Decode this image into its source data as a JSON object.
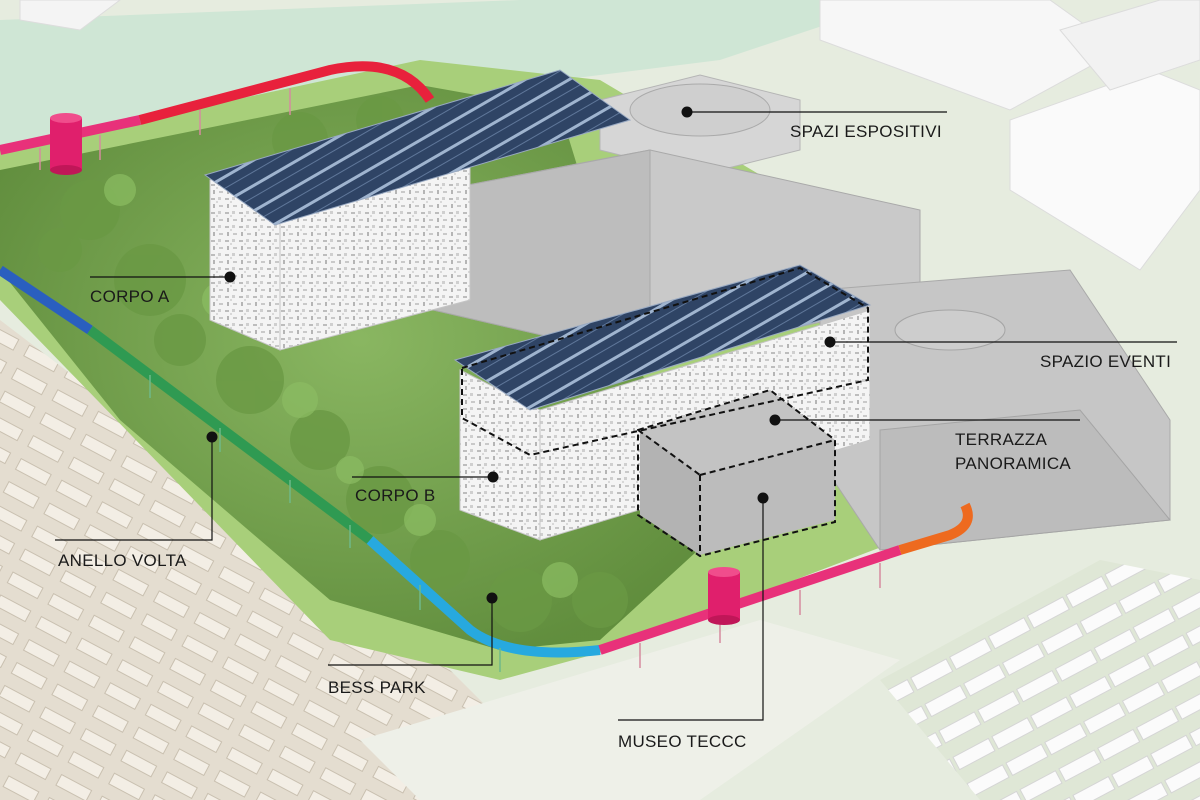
{
  "labels": {
    "spazi_espositivi": "SPAZI ESPOSITIVI",
    "corpo_a": "CORPO A",
    "spazio_eventi": "SPAZIO EVENTI",
    "terrazza_line1": "TERRAZZA",
    "terrazza_line2": "PANORAMICA",
    "corpo_b": "CORPO B",
    "anello_volta": "ANELLO VOLTA",
    "bess_park": "BESS PARK",
    "museo_teccc": "MUSEO TECCC"
  },
  "colors": {
    "ground": "#e6ecdf",
    "lawn": "#a8cf7a",
    "tree_mass": "#6f9c47",
    "building_grey": "#c7c7c7",
    "solar_panel": "#33496b",
    "textured_facade": "#f1f1f1",
    "ring_red": "#e8213c",
    "ring_magenta": "#e8317a",
    "ring_blue": "#2a5fbf",
    "ring_green": "#2f9a52",
    "ring_cyan": "#27a9df",
    "ring_orange": "#ee6a1f",
    "leader_line": "#111111"
  }
}
